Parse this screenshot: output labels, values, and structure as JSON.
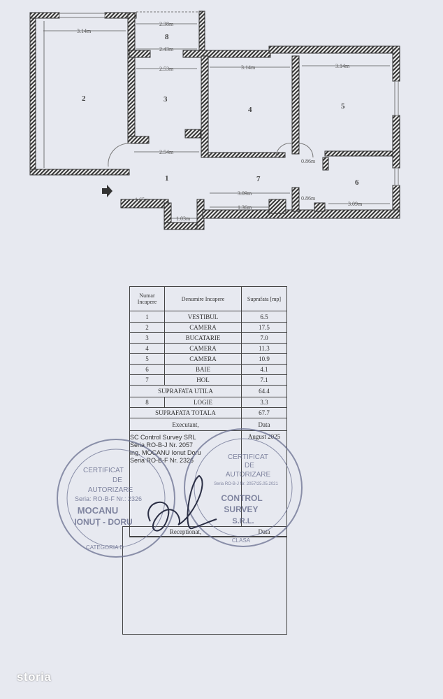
{
  "plan": {
    "rooms": [
      "1",
      "2",
      "3",
      "4",
      "5",
      "6",
      "7",
      "8"
    ],
    "dimensions": [
      "3.14m",
      "2.38m",
      "2.43m",
      "2.53m",
      "2.54m",
      "1.03m",
      "1.65m",
      "3.14m",
      "3.14m",
      "0.86m",
      "0.86m",
      "3.09m",
      "1.36m",
      "3.09m"
    ]
  },
  "table": {
    "headers": [
      "Numar Incapere",
      "Denumire Incapere",
      "Suprafata [mp]"
    ],
    "rows": [
      {
        "nr": "1",
        "name": "VESTIBUL",
        "area": "6.5"
      },
      {
        "nr": "2",
        "name": "CAMERA",
        "area": "17.5"
      },
      {
        "nr": "3",
        "name": "BUCATARIE",
        "area": "7.0"
      },
      {
        "nr": "4",
        "name": "CAMERA",
        "area": "11.3"
      },
      {
        "nr": "5",
        "name": "CAMERA",
        "area": "10.9"
      },
      {
        "nr": "6",
        "name": "BAIE",
        "area": "4.1"
      },
      {
        "nr": "7",
        "name": "HOL",
        "area": "7.1"
      }
    ],
    "util_label": "SUPRAFATA UTILA",
    "util_value": "64.4",
    "logie": {
      "nr": "8",
      "name": "LOGIE",
      "area": "3.3"
    },
    "total_label": "SUPRAFATA TOTALA",
    "total_value": "67.7",
    "executant_label": "Executant,",
    "data_label": "Data",
    "executant_lines": [
      "SC Control Survey SRL",
      "Seria RO-B-J Nr. 2057",
      "ing. MOCANU Ionut Doru",
      "Seria RO-B-F Nr. 2326"
    ],
    "executant_date": "August 2025",
    "receptionat_label": "Receptionat,",
    "data_label2": "Data"
  },
  "stamps": {
    "left": [
      "CERTIFICAT",
      "DE",
      "AUTORIZARE",
      "Seria: RO-B-F Nr.: 2326",
      "MOCANU",
      "IONUȚ - DORU",
      "CATEGORIA D"
    ],
    "right": [
      "CERTIFICAT",
      "DE",
      "AUTORIZARE",
      "Seria RO-B-J Nr. 2057/25.05.2021",
      "CONTROL",
      "SURVEY",
      "S.R.L.",
      "CLASA"
    ]
  },
  "watermark": "storia"
}
